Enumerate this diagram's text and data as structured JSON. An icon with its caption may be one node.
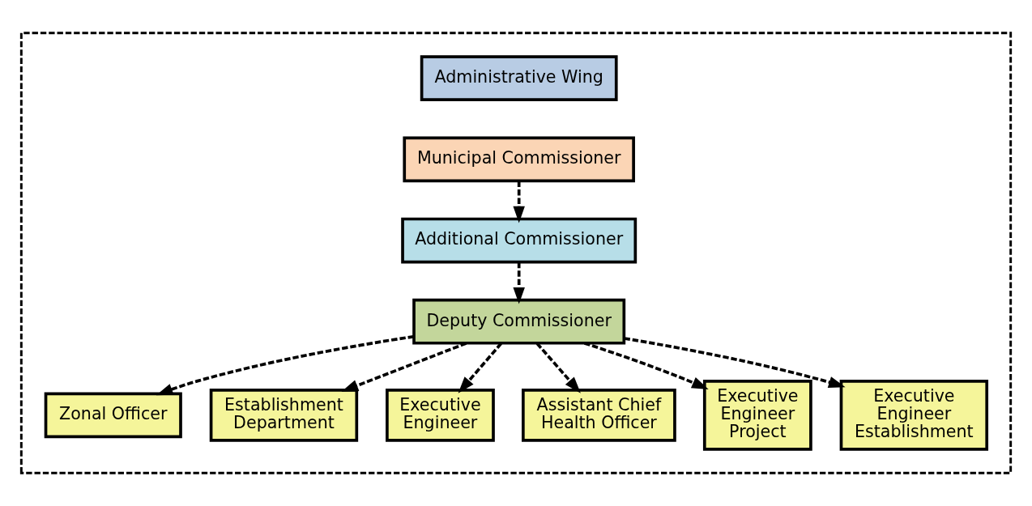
{
  "diagram": {
    "nodes": [
      {
        "text": [],
        "shape": "box"
      },
      {
        "text": [
          "Administrative Wing"
        ],
        "in": 0
      },
      {
        "text": [
          "Municipal Commissioner"
        ],
        "in": 0
      },
      {
        "text": [
          "Additional Commissioner"
        ],
        "in": 0
      },
      {
        "text": [
          "Deputy Commissioner"
        ],
        "in": 0
      },
      {
        "text": [
          "Zonal Officer"
        ],
        "in": 0
      },
      {
        "text": [
          "Establishment Department"
        ],
        "in": 0
      },
      {
        "text": [
          "Executive Engineer"
        ],
        "in": 0
      },
      {
        "text": [
          "Assistant Chief Health Officer"
        ],
        "in": 0
      },
      {
        "text": [
          "Executive Engineer Project"
        ],
        "in": 0
      },
      {
        "text": [
          "Executive Engineer Establishment"
        ],
        "in": 0
      }
    ],
    "edges": [
      {
        "from": 2,
        "to": 3,
        "arrow": "to",
        "style": "dashed"
      },
      {
        "from": 3,
        "to": 4,
        "arrow": "to",
        "style": "dashed"
      },
      {
        "from": 4,
        "to": 5,
        "arrow": "to",
        "style": "dashed"
      },
      {
        "from": 4,
        "to": 6,
        "arrow": "to",
        "style": "dashed"
      },
      {
        "from": 4,
        "to": 7,
        "arrow": "to",
        "style": "dashed"
      },
      {
        "from": 4,
        "to": 8,
        "arrow": "to",
        "style": "dashed"
      },
      {
        "from": 4,
        "to": 9,
        "arrow": "to",
        "style": "dashed"
      },
      {
        "from": 4,
        "to": 10,
        "arrow": "to",
        "style": "dashed"
      }
    ]
  }
}
